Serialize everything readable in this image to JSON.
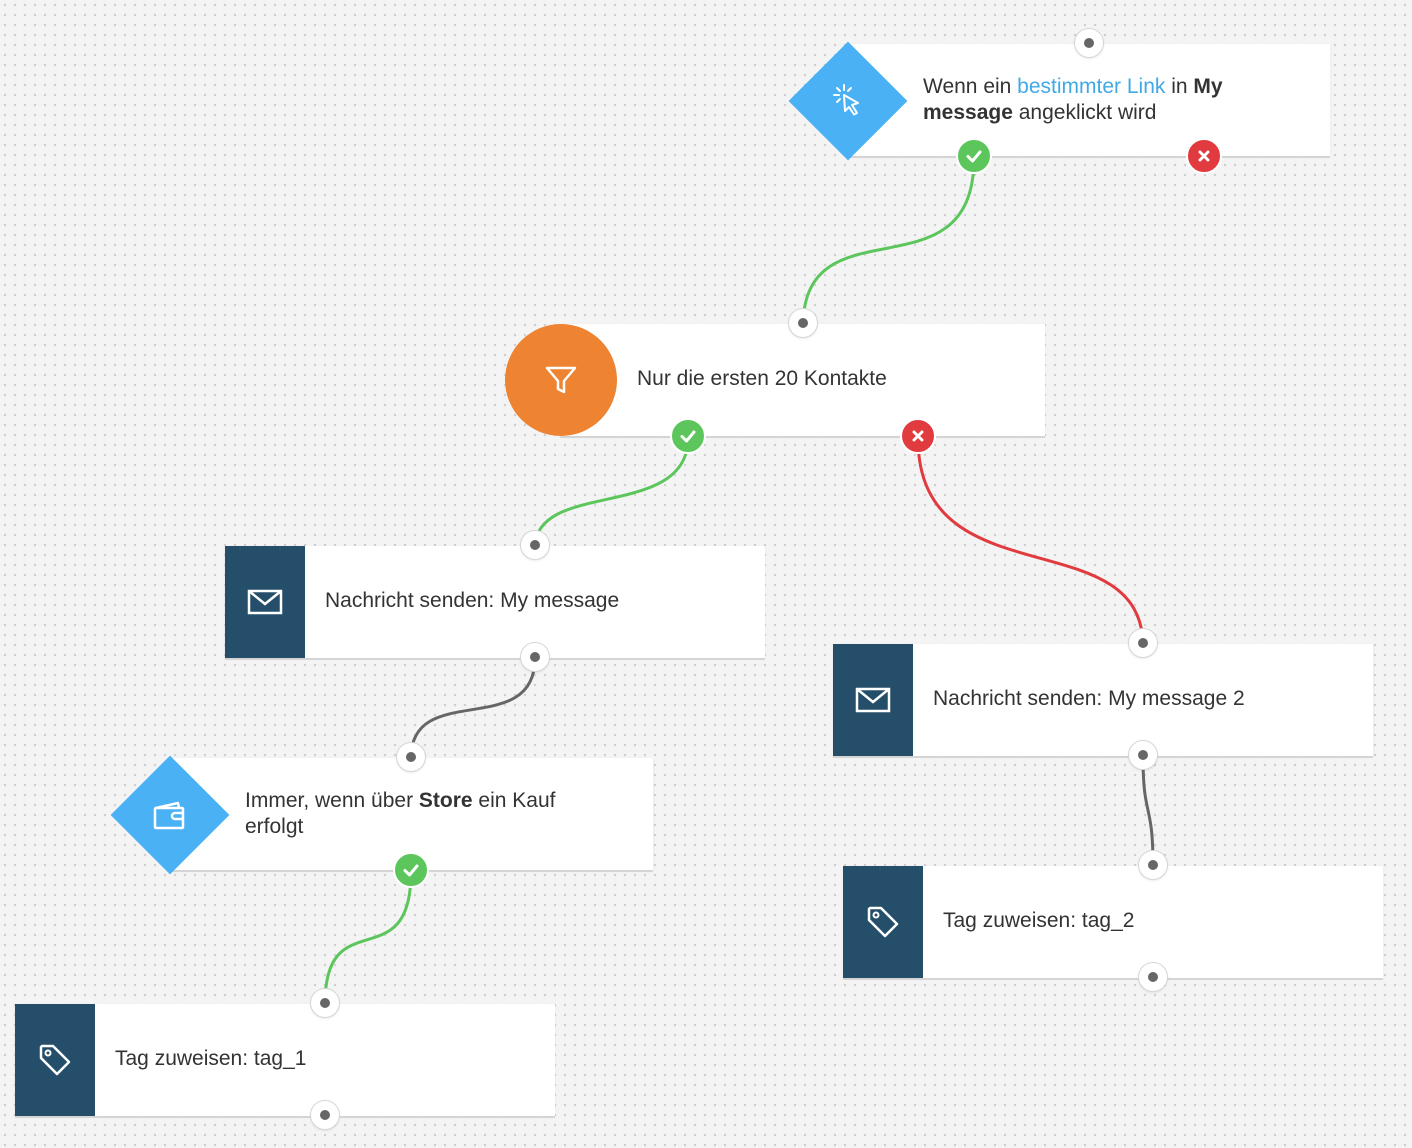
{
  "canvas": {
    "background": "#f4f4f4"
  },
  "colors": {
    "success": "#5cc65c",
    "error": "#e13b3f",
    "neutral_wire": "#666666",
    "trigger_blue": "#4ab1f5",
    "filter_orange": "#ee8331",
    "action_navy": "#244e6a",
    "link_text": "#3fa9e6"
  },
  "nodes": {
    "link_click": {
      "icon": "cursor-click-icon",
      "text_part1": "Wenn ein ",
      "text_link": "bestimmter Link",
      "text_part2": " in ",
      "text_bold1": "My",
      "text_bold2": "message",
      "text_part3": " angeklickt wird"
    },
    "filter": {
      "icon": "funnel-icon",
      "label": "Nur die ersten 20 Kontakte"
    },
    "send_message_1": {
      "icon": "envelope-icon",
      "label": "Nachricht senden: My message"
    },
    "send_message_2": {
      "icon": "envelope-icon",
      "label": "Nachricht senden: My message 2"
    },
    "purchase": {
      "icon": "wallet-icon",
      "text_part1": "Immer, wenn über ",
      "text_bold": "Store",
      "text_part2": " ein Kauf",
      "text_line2": "erfolgt"
    },
    "tag_1": {
      "icon": "tag-icon",
      "label": "Tag zuweisen: tag_1"
    },
    "tag_2": {
      "icon": "tag-icon",
      "label": "Tag zuweisen: tag_2"
    }
  }
}
